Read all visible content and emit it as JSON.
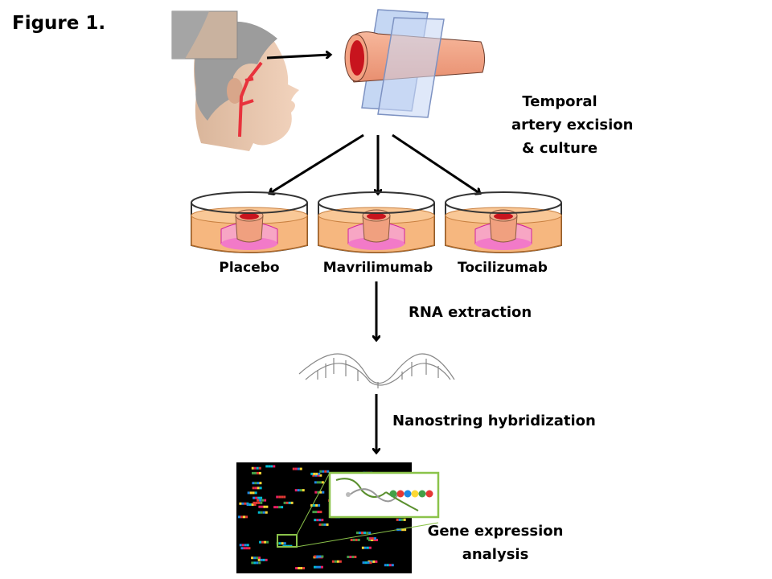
{
  "figure": {
    "title": "Figure 1.",
    "steps": {
      "excision": "Temporal artery excision & culture",
      "excision_lines": [
        "Temporal",
        "artery excision",
        "& culture"
      ],
      "rna": "RNA extraction",
      "nanostring": "Nanostring hybridization",
      "analysis_lines": [
        "Gene expression",
        "analysis"
      ]
    },
    "treatments": [
      "Placebo",
      "Mavrilimumab",
      "Tocilizumab"
    ],
    "colors": {
      "medium": "#f6b77f",
      "tissue_holder": "#f7a1d6",
      "artery": "#f0a07f",
      "lumen": "#c8141e",
      "slide": "#b7cdf0",
      "highlight_box": "#8bc34a"
    }
  }
}
